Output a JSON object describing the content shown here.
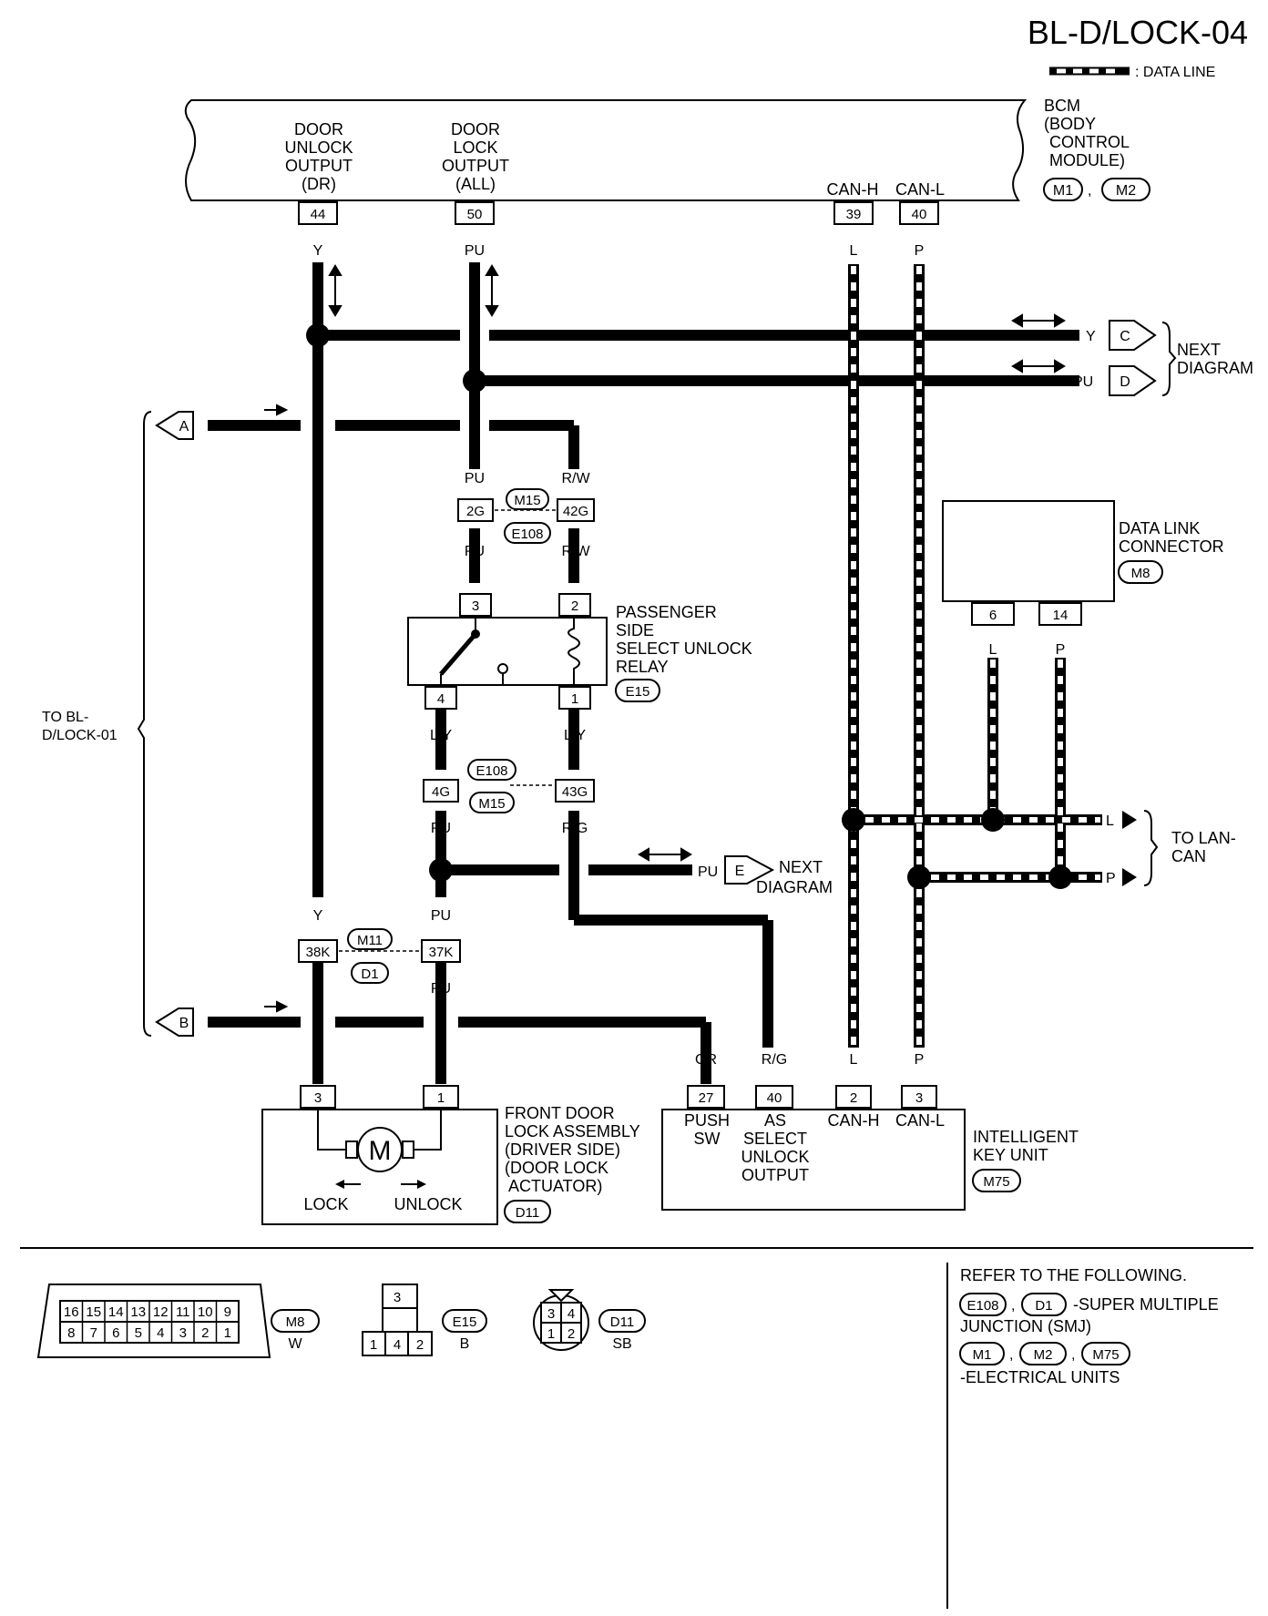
{
  "title": "BL-D/LOCK-04",
  "legend": {
    "data_line": ": DATA LINE"
  },
  "bcm": {
    "name": [
      "BCM",
      "(BODY",
      "CONTROL",
      "MODULE)"
    ],
    "connectors": [
      "M1",
      "M2"
    ],
    "outputs": {
      "door_unlock": [
        "DOOR",
        "UNLOCK",
        "OUTPUT",
        "(DR)"
      ],
      "door_lock": [
        "DOOR",
        "LOCK",
        "OUTPUT",
        "(ALL)"
      ],
      "can_h": "CAN-H",
      "can_l": "CAN-L"
    },
    "pins": {
      "unlock": "44",
      "lock": "50",
      "can_h": "39",
      "can_l": "40"
    }
  },
  "wire_colors": {
    "y": "Y",
    "pu": "PU",
    "l": "L",
    "p": "P",
    "rw": "R/W",
    "ly": "L/Y",
    "rg": "R/G",
    "or": "OR"
  },
  "next_diagram": {
    "label": [
      "NEXT",
      "DIAGRAM"
    ],
    "connectors": [
      "C",
      "D",
      "E"
    ]
  },
  "to_bl": {
    "label": [
      "TO BL-",
      "D/LOCK-01"
    ],
    "connectors": [
      "A",
      "B"
    ]
  },
  "to_lan": {
    "label": [
      "TO LAN-",
      "CAN"
    ]
  },
  "junction_connectors": {
    "m15": "M15",
    "e108": "E108",
    "m11": "M11",
    "d1": "D1",
    "pins": {
      "p2g": "2G",
      "p42g": "42G",
      "p4g": "4G",
      "p43g": "43G",
      "p38k": "38K",
      "p37k": "37K"
    }
  },
  "relay": {
    "name": [
      "PASSENGER",
      "SIDE",
      "SELECT UNLOCK",
      "RELAY"
    ],
    "connector": "E15",
    "pins": [
      "3",
      "2",
      "4",
      "1"
    ]
  },
  "data_link": {
    "name": [
      "DATA LINK",
      "CONNECTOR"
    ],
    "connector": "M8",
    "pins": [
      "6",
      "14"
    ]
  },
  "door_lock_assembly": {
    "name": [
      "FRONT DOOR",
      "LOCK ASSEMBLY",
      "(DRIVER SIDE)",
      "(DOOR LOCK",
      "ACTUATOR)"
    ],
    "connector": "D11",
    "pins": [
      "3",
      "1"
    ],
    "motor": "M",
    "lock": "LOCK",
    "unlock": "UNLOCK"
  },
  "key_unit": {
    "name": [
      "INTELLIGENT",
      "KEY UNIT"
    ],
    "connector": "M75",
    "pins": [
      "27",
      "40",
      "2",
      "3"
    ],
    "push_sw": [
      "PUSH",
      "SW"
    ],
    "as_select": [
      "AS",
      "SELECT",
      "UNLOCK",
      "OUTPUT"
    ],
    "can_h": "CAN-H",
    "can_l": "CAN-L"
  },
  "connector_views": {
    "m8": {
      "id": "M8",
      "color": "W",
      "top": [
        "16",
        "15",
        "14",
        "13",
        "12",
        "11",
        "10",
        "9"
      ],
      "bottom": [
        "8",
        "7",
        "6",
        "5",
        "4",
        "3",
        "2",
        "1"
      ]
    },
    "e15": {
      "id": "E15",
      "color": "B",
      "top": "3",
      "bottom": [
        "1",
        "4",
        "2"
      ]
    },
    "d11": {
      "id": "D11",
      "color": "SB",
      "pins": [
        "3",
        "4",
        "1",
        "2"
      ]
    }
  },
  "refer": {
    "heading": "REFER TO THE FOLLOWING.",
    "smj_connectors": [
      "E108",
      "D1"
    ],
    "smj_label": "-SUPER MULTIPLE",
    "smj_label2": "JUNCTION (SMJ)",
    "unit_connectors": [
      "M1",
      "M2",
      "M75"
    ],
    "unit_label": "-ELECTRICAL UNITS"
  }
}
